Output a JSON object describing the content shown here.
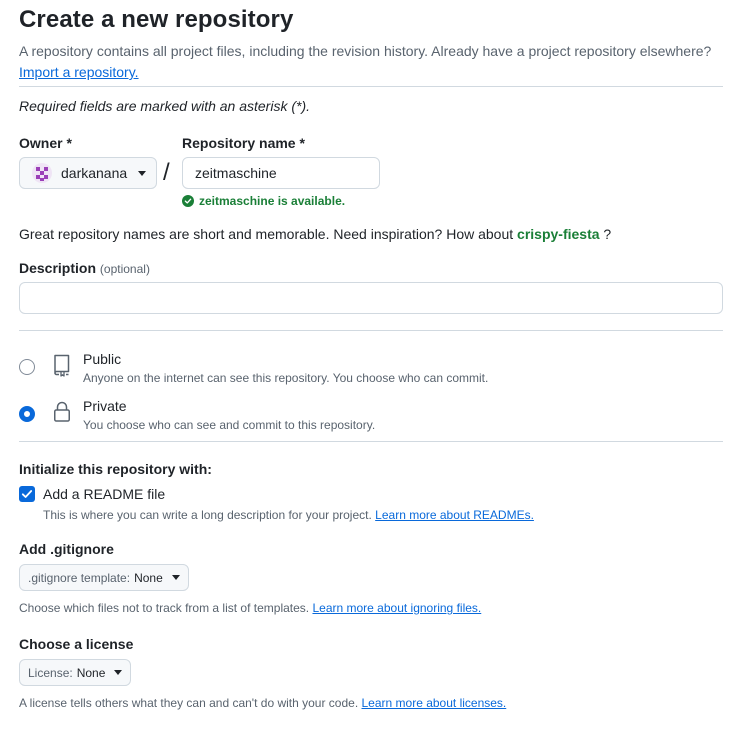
{
  "header": {
    "title": "Create a new repository",
    "subtitle": "A repository contains all project files, including the revision history. Already have a project repository elsewhere?",
    "import_link": "Import a repository."
  },
  "required_note": "Required fields are marked with an asterisk (*).",
  "owner": {
    "label": "Owner *",
    "value": "darkanana"
  },
  "separator": "/",
  "repo_name": {
    "label": "Repository name *",
    "value": "zeitmaschine",
    "status": "zeitmaschine is available."
  },
  "suggestion": {
    "text": "Great repository names are short and memorable. Need inspiration? How about",
    "name": "crispy-fiesta",
    "suffix": "?"
  },
  "description": {
    "label": "Description",
    "optional": "(optional)",
    "value": ""
  },
  "visibility": {
    "options": [
      {
        "title": "Public",
        "desc": "Anyone on the internet can see this repository. You choose who can commit.",
        "checked": false
      },
      {
        "title": "Private",
        "desc": "You choose who can see and commit to this repository.",
        "checked": true
      }
    ]
  },
  "init": {
    "heading": "Initialize this repository with:",
    "readme": {
      "label": "Add a README file",
      "desc": "This is where you can write a long description for your project.",
      "link": "Learn more about READMEs.",
      "checked": true
    }
  },
  "gitignore": {
    "heading": "Add .gitignore",
    "select_prefix": ".gitignore template:",
    "select_value": "None",
    "desc": "Choose which files not to track from a list of templates.",
    "link": "Learn more about ignoring files."
  },
  "license": {
    "heading": "Choose a license",
    "select_prefix": "License:",
    "select_value": "None",
    "desc": "A license tells others what they can and can't do with your code.",
    "link": "Learn more about licenses."
  },
  "colors": {
    "accent": "#0969da",
    "success": "#1a7f37",
    "muted": "#59636e",
    "border": "#d1d9e0"
  }
}
